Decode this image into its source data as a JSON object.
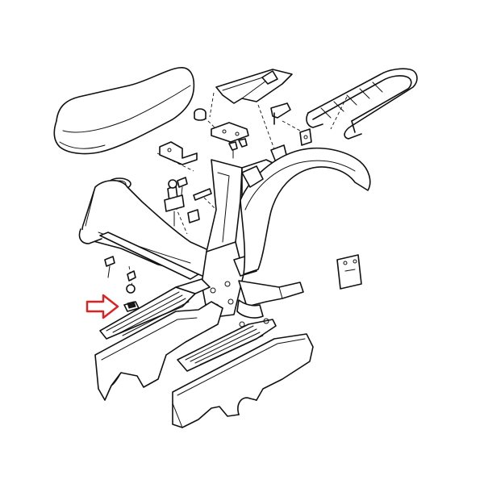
{
  "diagram": {
    "parts": [
      {
        "id": "seat"
      },
      {
        "id": "rear-rack"
      },
      {
        "id": "seat-bracket"
      },
      {
        "id": "fuel-tank"
      },
      {
        "id": "frame"
      },
      {
        "id": "rear-mudguard"
      },
      {
        "id": "left-footboard"
      },
      {
        "id": "right-footboard"
      },
      {
        "id": "left-side-panel"
      },
      {
        "id": "right-side-panel"
      },
      {
        "id": "engine-mount"
      },
      {
        "id": "fuel-tap"
      },
      {
        "id": "bolts-and-fasteners"
      },
      {
        "id": "highlighted-clip"
      },
      {
        "id": "decal-plate"
      }
    ],
    "pointer": {
      "color": "#e02020",
      "target": "highlighted-clip"
    }
  }
}
